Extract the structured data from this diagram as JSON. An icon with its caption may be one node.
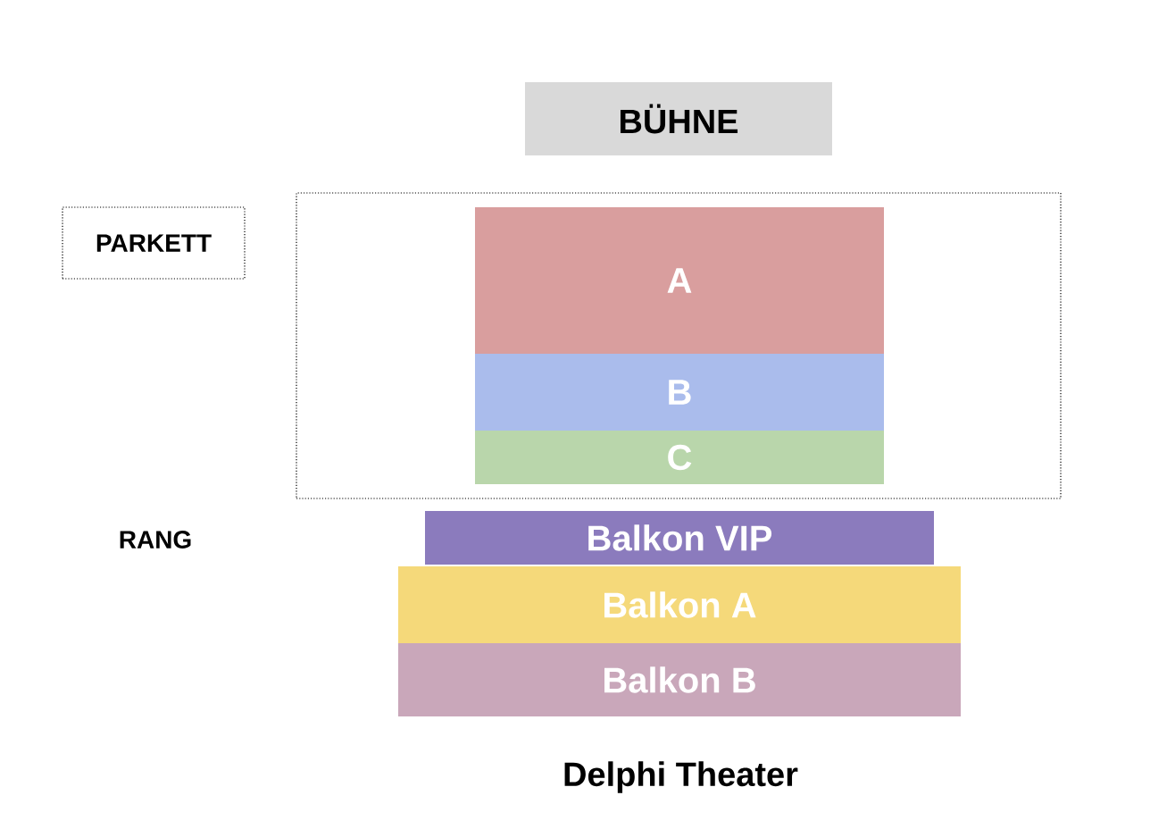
{
  "diagram": {
    "title": "Delphi Theater",
    "nodes": [
      {
        "text": [
          "BÜHNE"
        ]
      },
      {
        "text": [
          "PARKETT"
        ]
      },
      {
        "text": [],
        "shape": "box"
      },
      {
        "text": [
          "A"
        ],
        "in": 2
      },
      {
        "text": [
          "B"
        ],
        "in": 2
      },
      {
        "text": [
          "C"
        ],
        "in": 2
      },
      {
        "text": [
          "Balkon VIP"
        ]
      },
      {
        "text": [
          "Balkon A"
        ]
      },
      {
        "text": [
          "Balkon B"
        ]
      }
    ],
    "edges": [],
    "labels": [
      "RANG"
    ]
  }
}
